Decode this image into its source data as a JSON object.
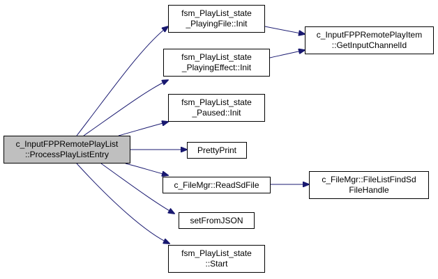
{
  "colors": {
    "edge": "#191970",
    "node_border": "#000000",
    "root_fill": "#bfbfbf",
    "node_fill": "#ffffff"
  },
  "nodes": {
    "root": {
      "line1": "c_InputFPPRemotePlayList",
      "line2": "::ProcessPlayListEntry"
    },
    "playing_file_init": {
      "line1": "fsm_PlayList_state",
      "line2": "_PlayingFile::Init"
    },
    "playing_effect_init": {
      "line1": "fsm_PlayList_state",
      "line2": "_PlayingEffect::Init"
    },
    "paused_init": {
      "line1": "fsm_PlayList_state",
      "line2": "_Paused::Init"
    },
    "pretty_print": {
      "line1": "PrettyPrint"
    },
    "read_sd_file": {
      "line1": "c_FileMgr::ReadSdFile"
    },
    "set_from_json": {
      "line1": "setFromJSON"
    },
    "state_start": {
      "line1": "fsm_PlayList_state",
      "line2": "::Start"
    },
    "get_input_channel_id": {
      "line1": "c_InputFPPRemotePlayItem",
      "line2": "::GetInputChannelId"
    },
    "file_list_find_sd_file_handle": {
      "line1": "c_FileMgr::FileListFindSd",
      "line2": "FileHandle"
    }
  }
}
